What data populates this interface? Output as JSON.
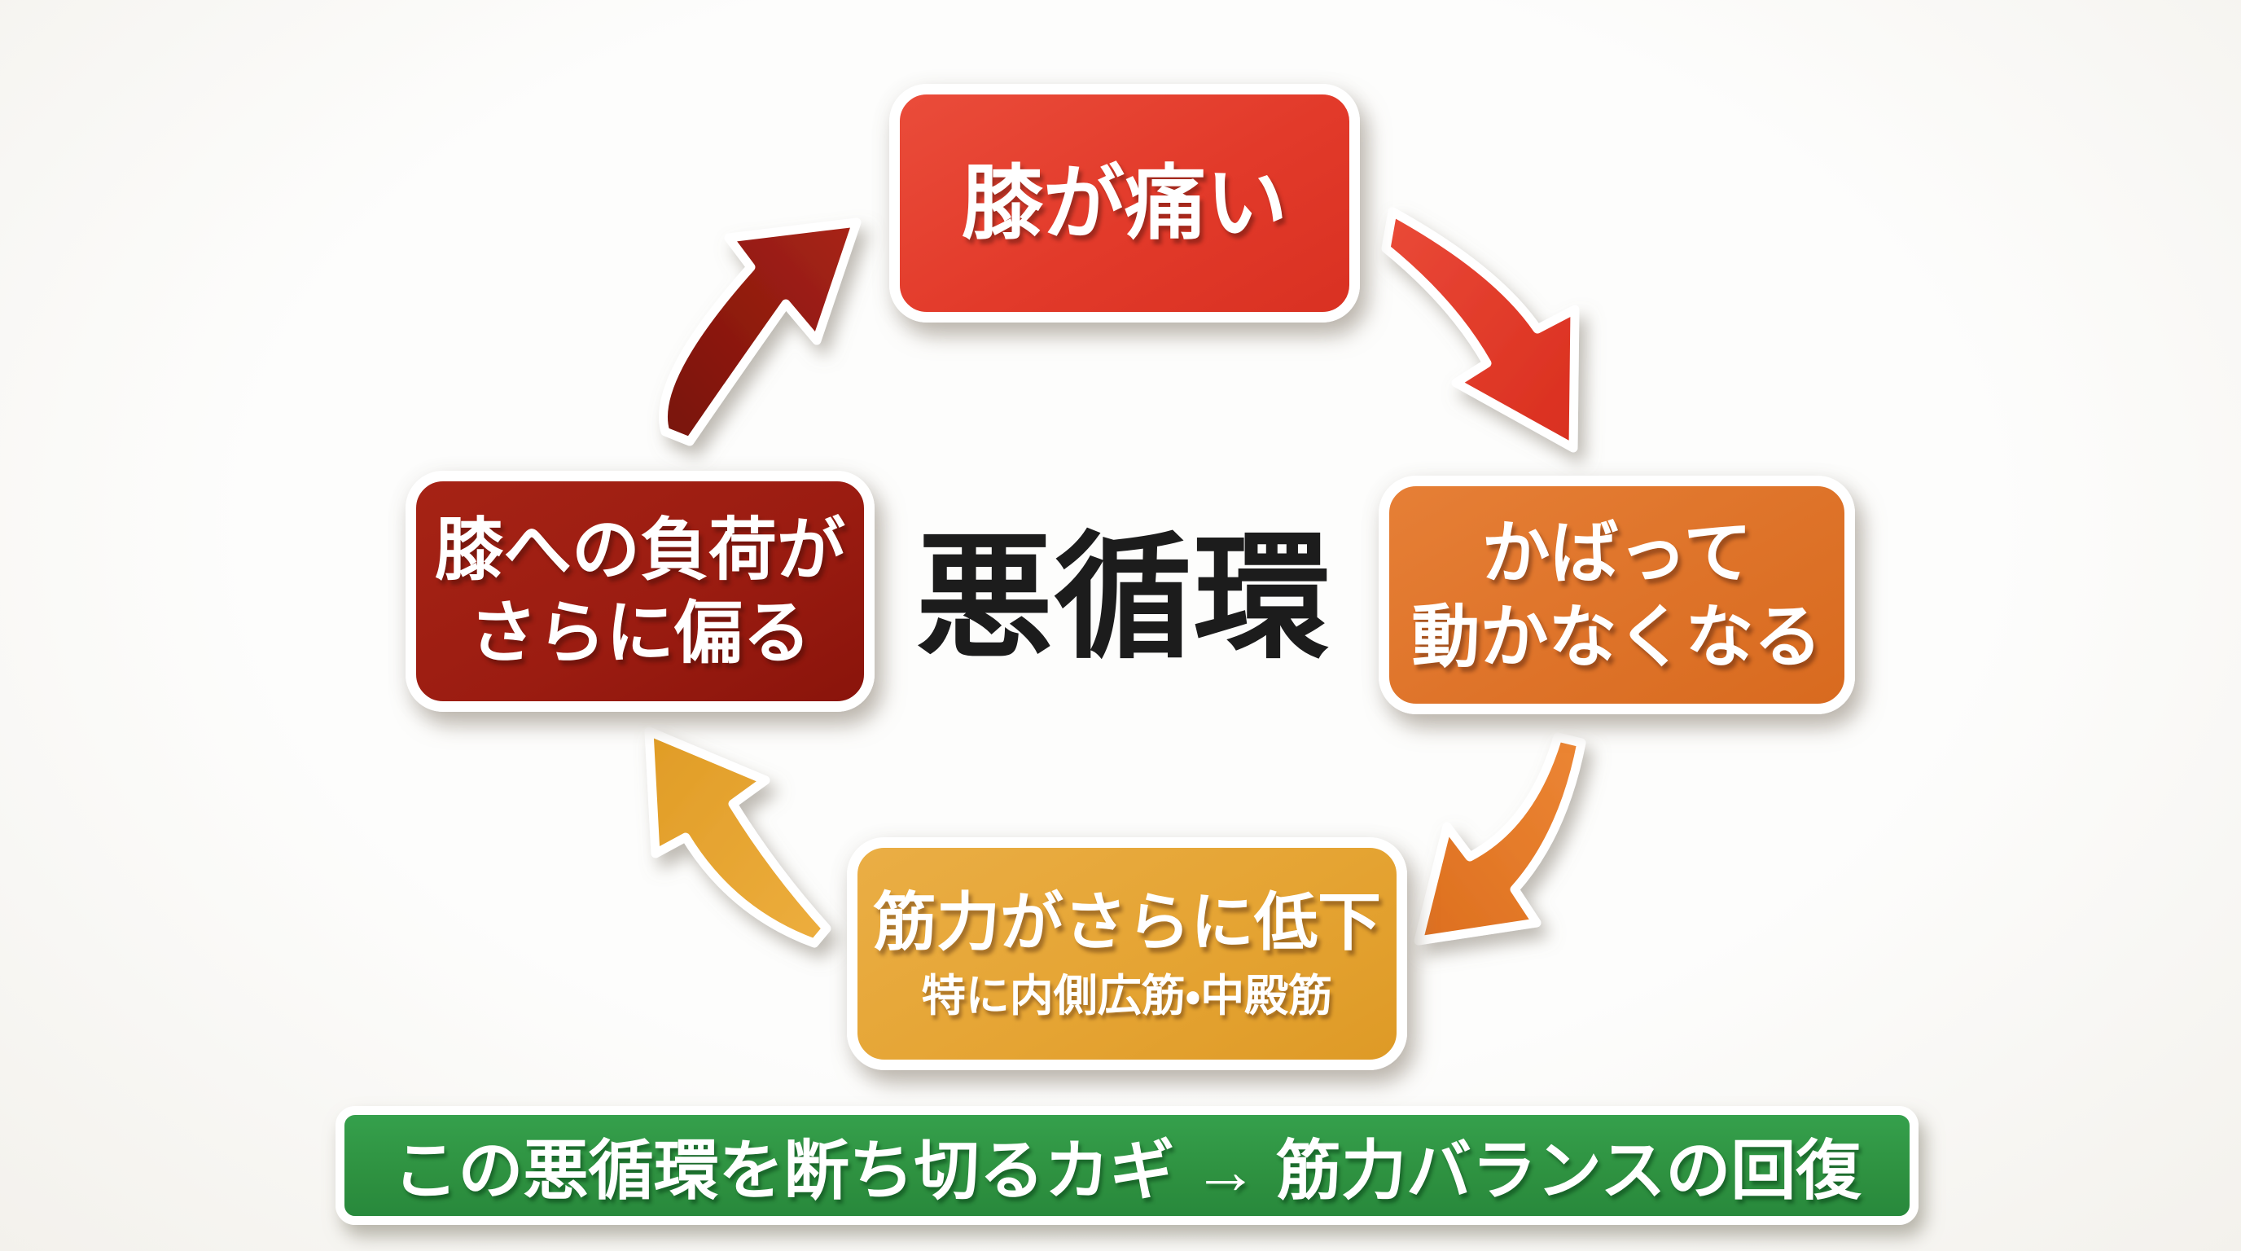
{
  "center_title": "悪循環",
  "boxes": {
    "top": {
      "label": "膝が痛い",
      "color": "#E23A2A"
    },
    "right": {
      "line1": "かばって",
      "line2": "動かなくなる",
      "color": "#DE7329"
    },
    "bottom": {
      "label": "筋力がさらに低下",
      "sublabel": "特に内側広筋・中殿筋",
      "color": "#E5A433"
    },
    "left": {
      "line1": "膝への負荷が",
      "line2": "さらに偏る",
      "color": "#9B1C11"
    }
  },
  "arrows": {
    "top_to_right_color": "#E33B2A",
    "right_to_bottom_color": "#E67A28",
    "bottom_to_left_color": "#E8A62E",
    "left_to_top_color": "#8F1A0E"
  },
  "banner": {
    "text": "この悪循環を断ち切るカギ → 筋力バランスの回復",
    "color": "#2E9140"
  },
  "colors": {
    "background": "#FAF9F6",
    "box_border": "#FFFFFF",
    "box_text": "#FFFFFF",
    "center_title_text": "#1C1C1C"
  }
}
